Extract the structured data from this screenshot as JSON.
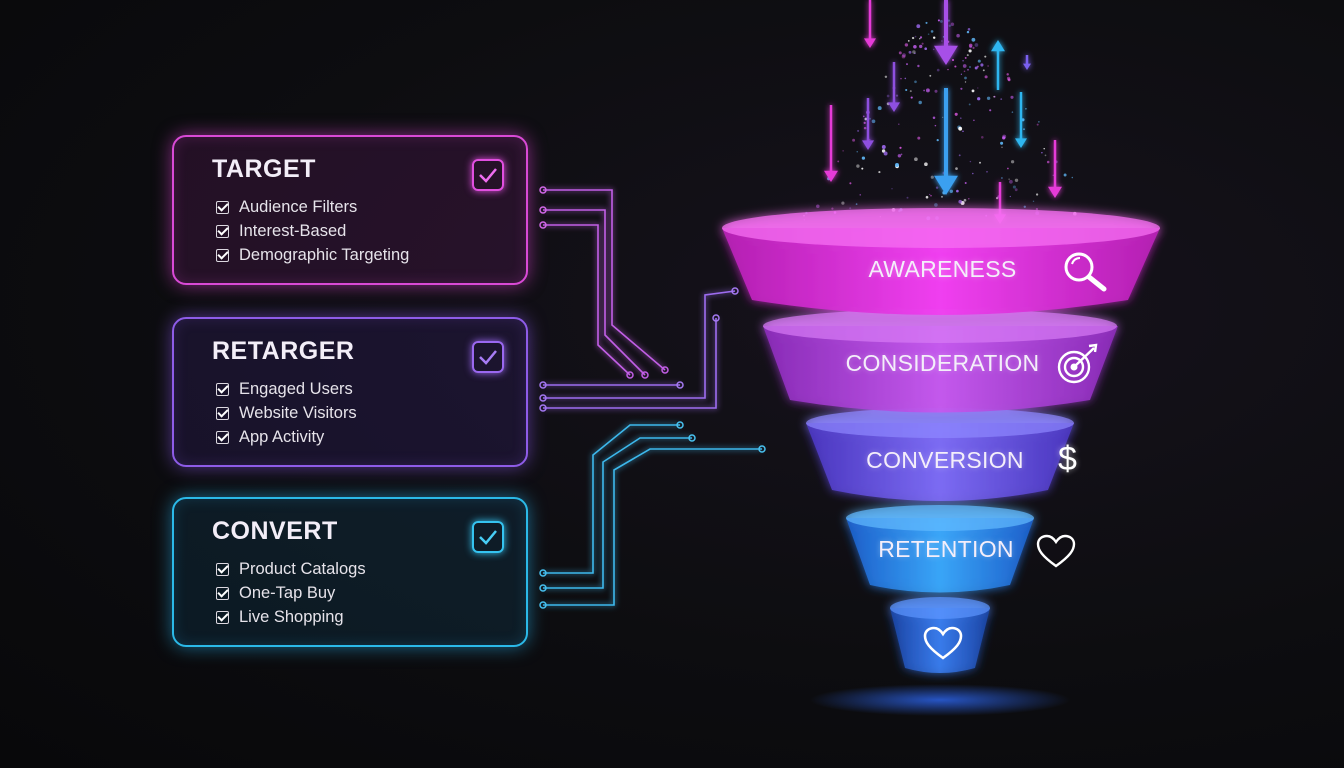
{
  "cards": [
    {
      "id": "target",
      "title": "TARGET",
      "items": [
        "Audience Filters",
        "Interest-Based",
        "Demographic Targeting"
      ],
      "color": "#d94ad6"
    },
    {
      "id": "retarget",
      "title": "RETARGER",
      "items": [
        "Engaged Users",
        "Website Visitors",
        "App Activity"
      ],
      "color": "#8e5ce8"
    },
    {
      "id": "convert",
      "title": "CONVERT",
      "items": [
        "Product Catalogs",
        "One-Tap Buy",
        "Live Shopping"
      ],
      "color": "#2bb9e8"
    }
  ],
  "funnel": {
    "stages": [
      {
        "label": "AWARENESS",
        "icon": "search-icon",
        "color": "#e33be0"
      },
      {
        "label": "CONSIDERATION",
        "icon": "target-icon",
        "color": "#b047e6"
      },
      {
        "label": "CONVERSION",
        "icon": "dollar-icon",
        "color": "#6a56ec"
      },
      {
        "label": "RETENTION",
        "icon": "heart-icon",
        "color": "#2f8ff0"
      },
      {
        "label": "",
        "icon": "heart-icon",
        "color": "#2a6fe0"
      }
    ],
    "dollar_symbol": "$"
  }
}
